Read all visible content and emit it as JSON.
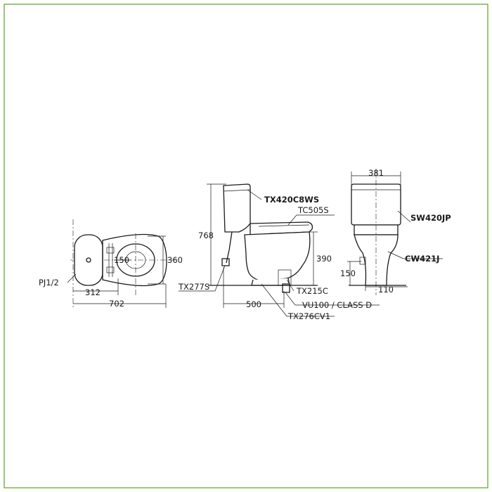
{
  "border_color": "#7ab648",
  "plan_view": {
    "dim_150": "150",
    "dim_360": "360",
    "dim_312": "312",
    "dim_702": "702",
    "label_pj": "PJ1/2"
  },
  "side_view": {
    "dim_768": "768",
    "dim_390": "390",
    "dim_500": "500",
    "label_tank": "TX420C8WS",
    "label_seat": "TC505S",
    "label_stop_valve": "TX277S",
    "label_flange": "TX215C",
    "label_class": "VU100 / CLASS D",
    "label_cover": "TX276CV1"
  },
  "front_view": {
    "dim_381": "381",
    "dim_150": "150",
    "dim_110": "110",
    "label_sw": "SW420JP",
    "label_cw": "CW421J"
  }
}
